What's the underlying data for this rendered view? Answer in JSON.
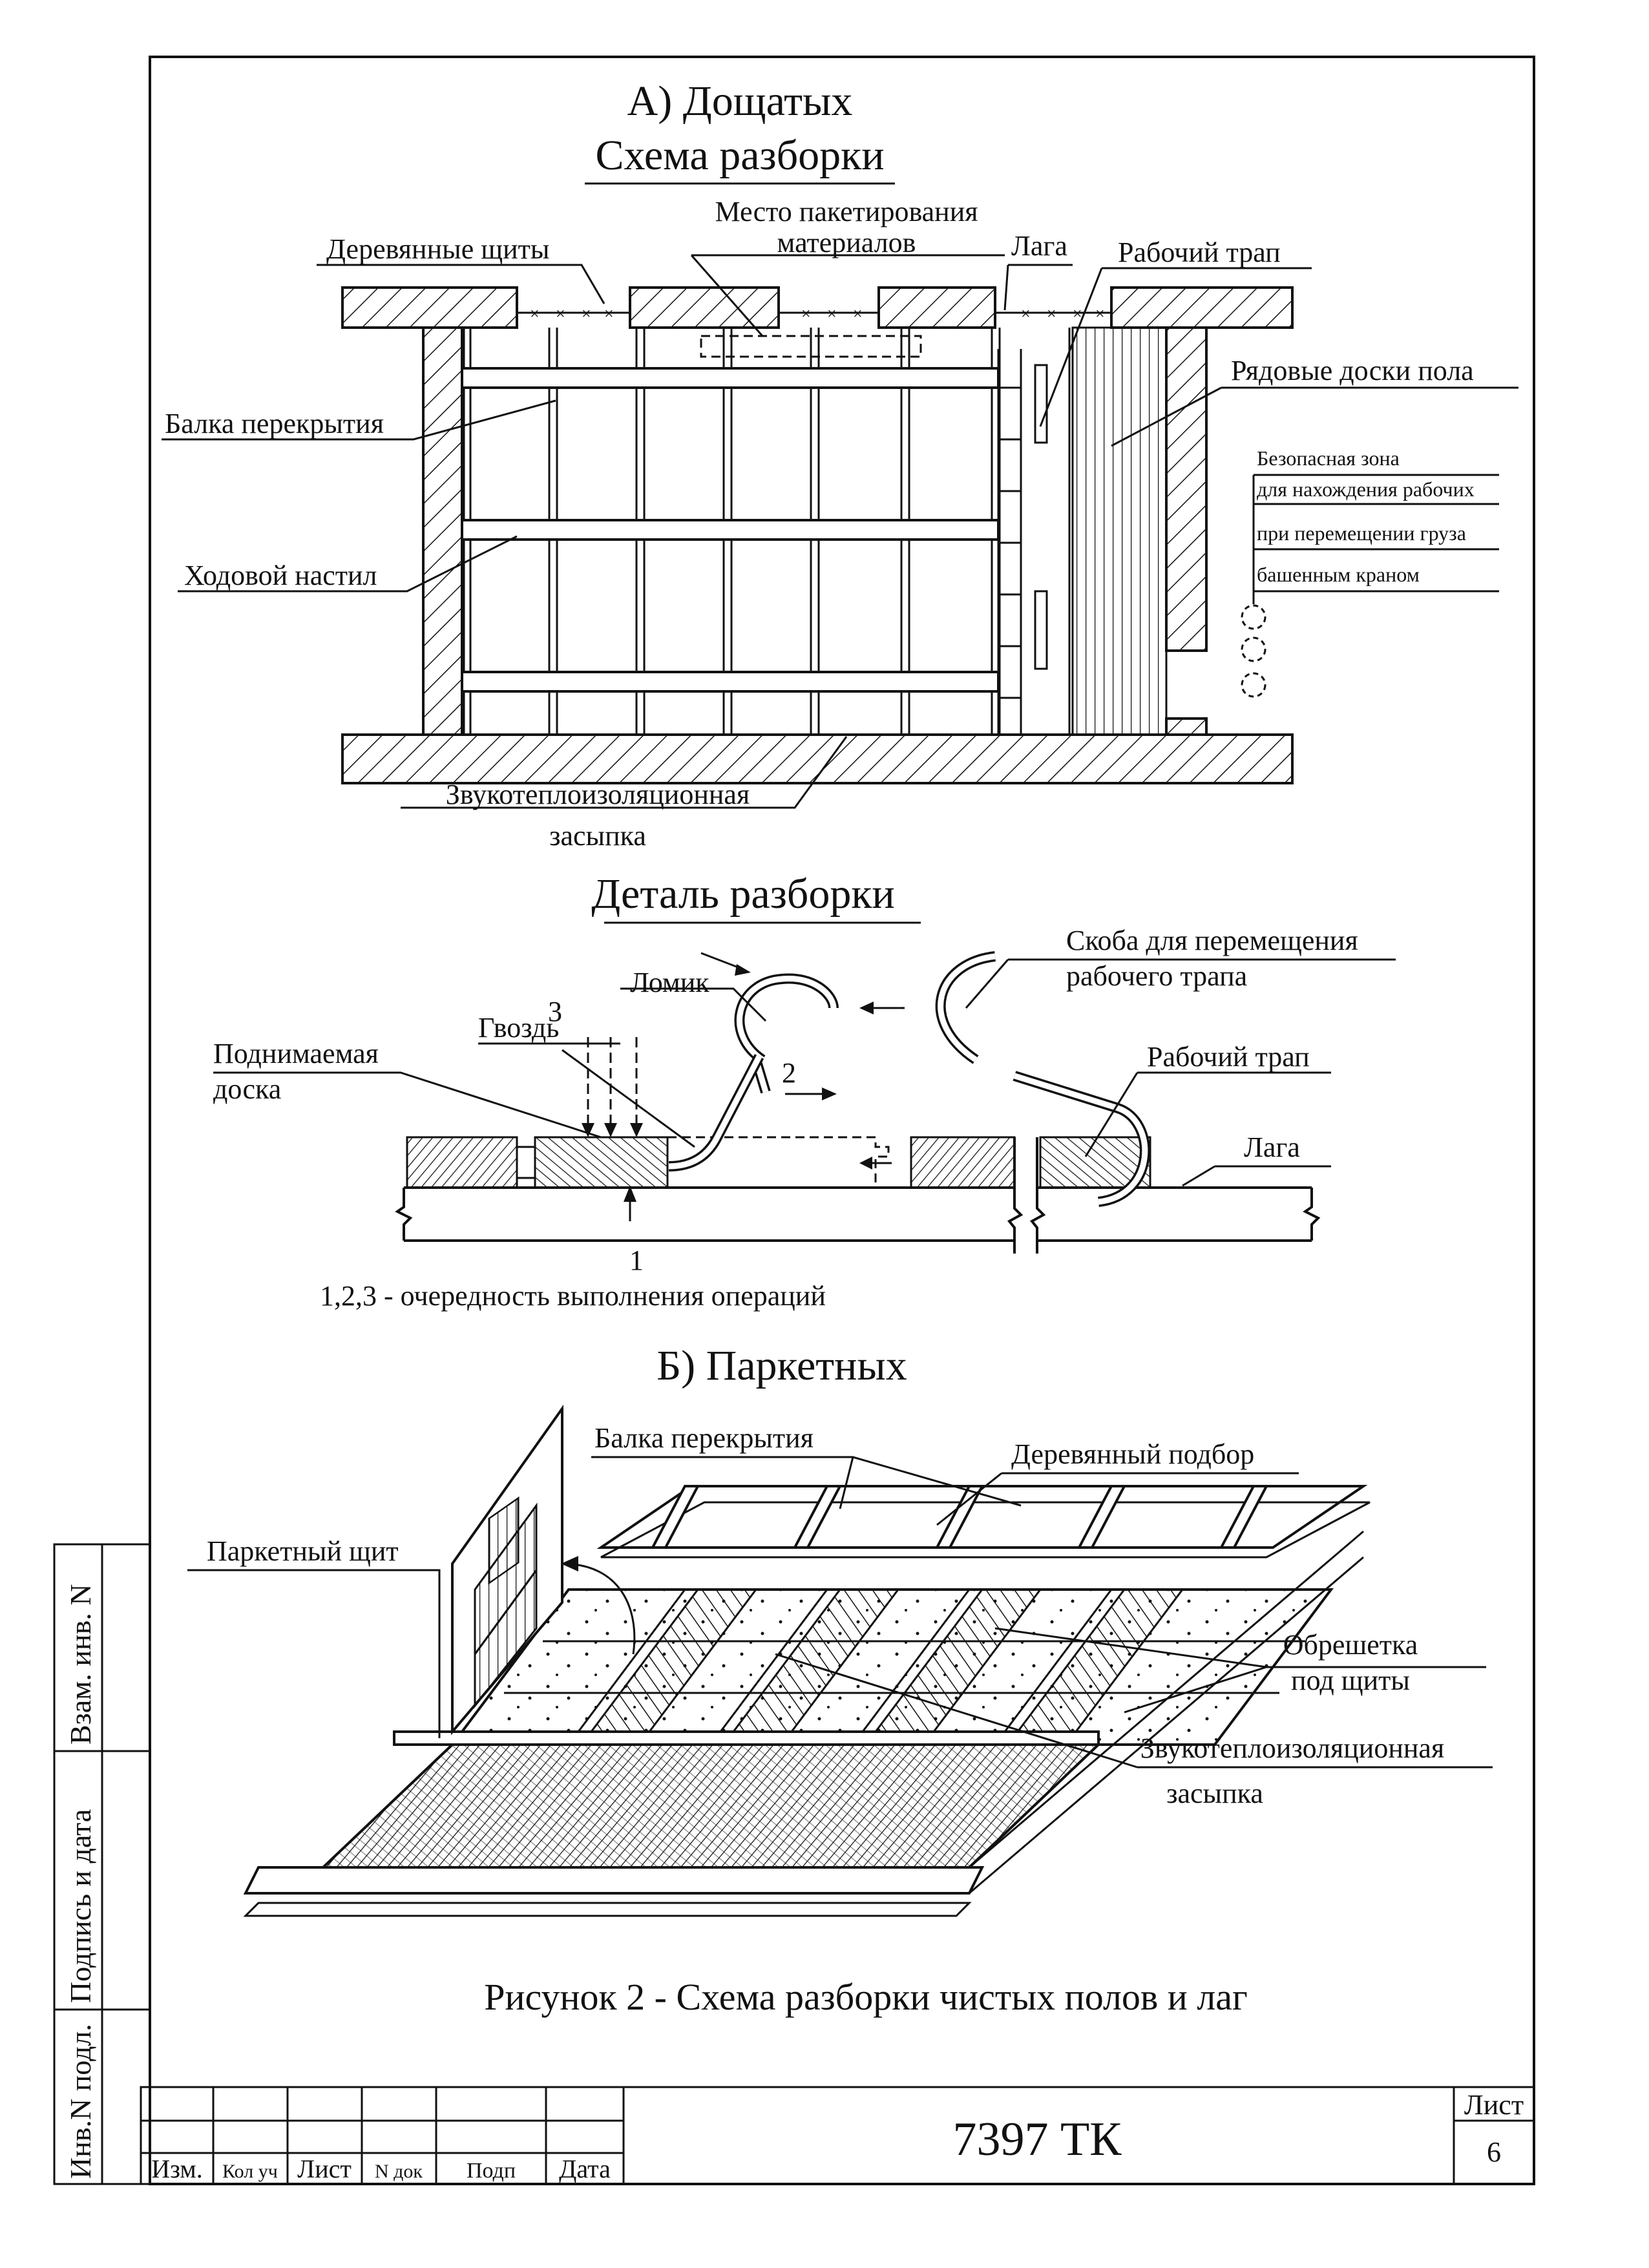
{
  "section_a": {
    "title": "А) Дощатых",
    "scheme_title": "Схема разборки",
    "labels": {
      "wooden_shields": "Деревянные щиты",
      "packing_place_1": "Место пакетирования",
      "packing_place_2": "материалов",
      "lag": "Лага",
      "work_ladder": "Рабочий трап",
      "row_boards": "Рядовые доски пола",
      "beam": "Балка перекрытия",
      "walkway": "Ходовой настил",
      "fill_1": "Звукотеплоизоляционная",
      "fill_2": "засыпка",
      "safe_zone_1": "Безопасная зона",
      "safe_zone_2": "для нахождения рабочих",
      "safe_zone_3": "при перемещении груза",
      "safe_zone_4": "башенным краном"
    }
  },
  "detail": {
    "title": "Деталь разборки",
    "labels": {
      "crowbar": "Ломик",
      "nail": "Гвоздь",
      "raised_board_1": "Поднимаемая",
      "raised_board_2": "доска",
      "bracket_1": "Скоба для перемещения",
      "bracket_2": "рабочего трапа",
      "work_ladder": "Рабочий трап",
      "lag": "Лага",
      "step_1": "1",
      "step_2": "2",
      "step_3": "3",
      "sequence_note": "1,2,3 - очередность выполнения операций"
    }
  },
  "section_b": {
    "title": "Б) Паркетных",
    "labels": {
      "beam": "Балка перекрытия",
      "wood_base": "Деревянный подбор",
      "parquet_shield": "Паркетный щит",
      "lathing_1": "Обрешетка",
      "lathing_2": "под щиты",
      "fill_1": "Звукотеплоизоляционная",
      "fill_2": "засыпка"
    }
  },
  "caption": "Рисунок 2 - Схема разборки чистых полов и лаг",
  "side_stamp": {
    "inv_orig": "Инв.N подл.",
    "sign_date": "Подпись и дата",
    "inv_swap": "Взам. инв. N"
  },
  "title_block": {
    "headers": [
      "Изм.",
      "Кол уч",
      "Лист",
      "N док",
      "Подп",
      "Дата"
    ],
    "doc_code": "7397 ТК",
    "sheet_label": "Лист",
    "sheet_number": "6"
  }
}
